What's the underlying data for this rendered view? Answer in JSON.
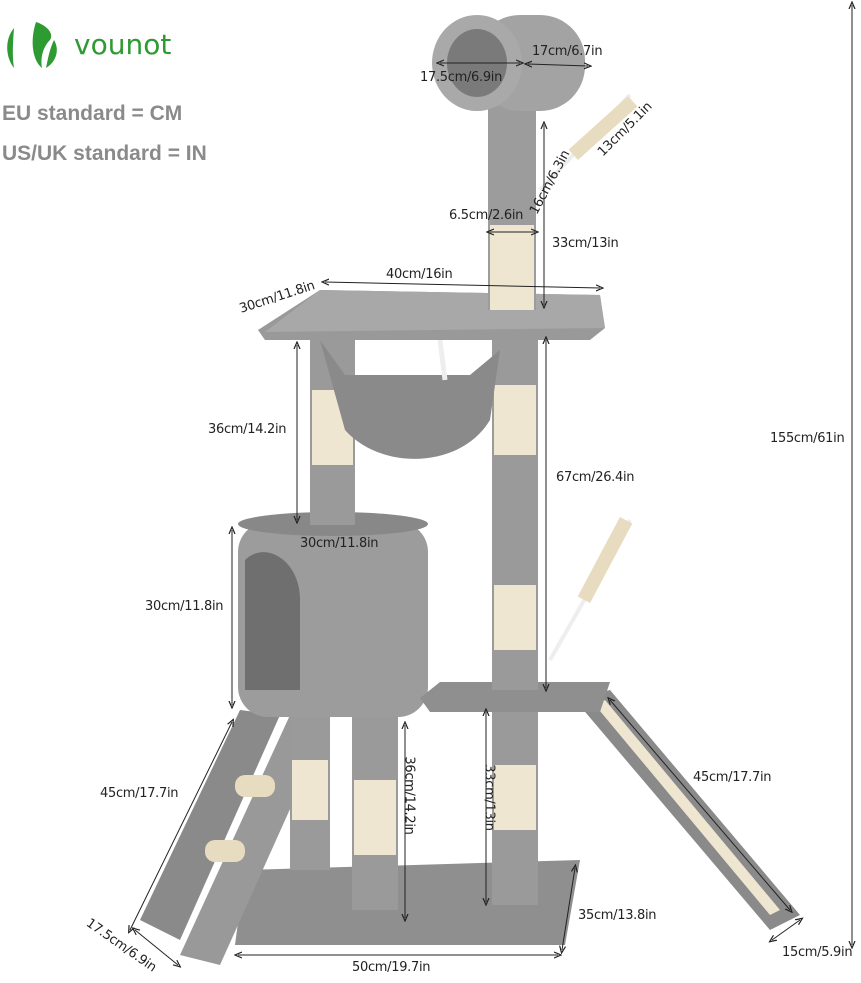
{
  "brand": {
    "name": "vounot",
    "color": "#2e9a32"
  },
  "standards": {
    "eu": "EU standard = CM",
    "us": "US/UK standard = IN"
  },
  "dimensions": {
    "tunnel_length": "17cm/6.7in",
    "tunnel_diameter": "17.5cm/6.9in",
    "toy_length": "13cm/5.1in",
    "toy_rope": "16cm/6.3in",
    "post_diameter": "6.5cm/2.6in",
    "top_post_height": "33cm/13in",
    "platform_width": "40cm/16in",
    "platform_depth": "30cm/11.8in",
    "hammock_height": "36cm/14.2in",
    "mid_post_height": "67cm/26.4in",
    "total_height": "155cm/61in",
    "condo_diameter": "30cm/11.8in",
    "condo_height": "30cm/11.8in",
    "ladder_length": "45cm/17.7in",
    "ramp_length": "45cm/17.7in",
    "lower_post_height": "36cm/14.2in",
    "step_post_height": "33cm/13in",
    "base_depth": "35cm/13.8in",
    "base_width": "50cm/19.7in",
    "ladder_width": "17.5cm/6.9in",
    "ramp_width": "15cm/5.9in"
  }
}
